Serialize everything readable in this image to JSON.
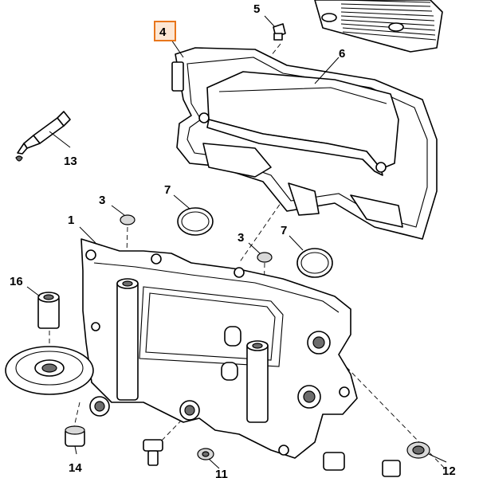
{
  "callouts": {
    "c1": "1",
    "c3a": "3",
    "c3b": "3",
    "c4": "4",
    "c5": "5",
    "c6": "6",
    "c7a": "7",
    "c7b": "7",
    "c11": "11",
    "c12": "12",
    "c13": "13",
    "c14": "14",
    "c16": "16"
  },
  "colors": {
    "highlight_border": "#e8761c",
    "highlight_fill": "#fde7d4",
    "ink": "#000000"
  }
}
